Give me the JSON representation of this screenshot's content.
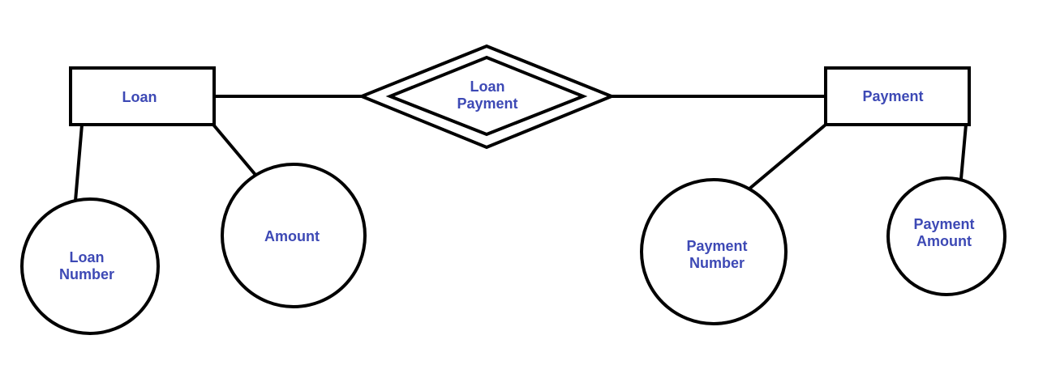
{
  "colors": {
    "label": "#3d49b5",
    "stroke": "#000000",
    "background": "#ffffff"
  },
  "entities": {
    "loan": "Loan",
    "payment": "Payment"
  },
  "relationship": {
    "line1": "Loan",
    "line2": "Payment"
  },
  "attributes": {
    "loan_number": {
      "line1": "Loan",
      "line2": "Number"
    },
    "amount": "Amount",
    "payment_number": {
      "line1": "Payment",
      "line2": "Number"
    },
    "payment_amount": {
      "line1": "Payment",
      "line2": "Amount"
    }
  }
}
